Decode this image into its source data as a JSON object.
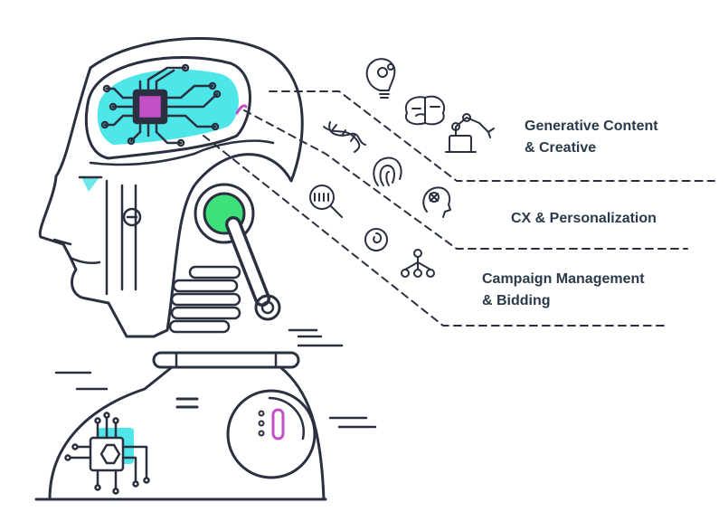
{
  "labels": {
    "generative": {
      "line1": "Generative Content",
      "line2": "& Creative"
    },
    "cx": "CX & Personalization",
    "campaign": {
      "line1": "Campaign Management",
      "line2": "& Bidding"
    }
  },
  "icons": [
    "lightbulb-gear-icon",
    "brain-icon",
    "robotic-arm-icon",
    "dna-helix-icon",
    "fingerprint-icon",
    "binary-magnifier-icon",
    "ai-head-icon",
    "spiral-target-icon",
    "hierarchy-network-icon"
  ],
  "colors": {
    "outline": "#2a3040",
    "text": "#2a3a4a",
    "cyan_accent": "#4ee6e8",
    "magenta_chip": "#c24fc6",
    "green_knob": "#3ee07a",
    "cyan_wedge": "#6fe6ea"
  }
}
